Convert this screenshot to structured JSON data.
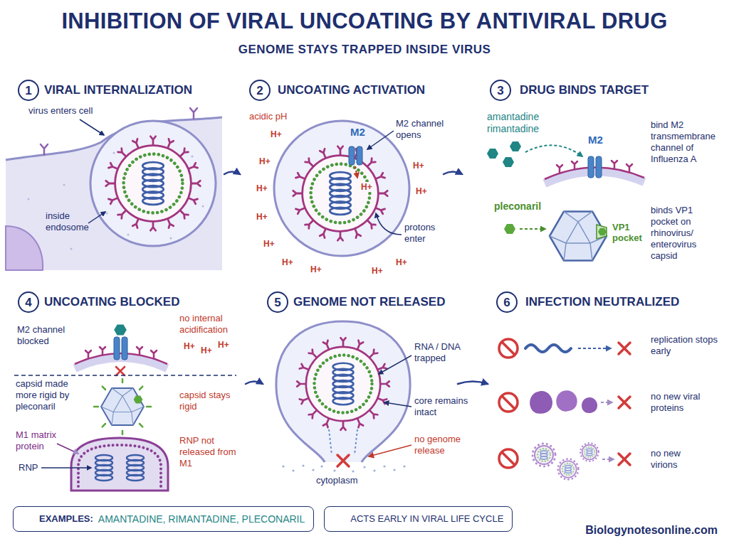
{
  "diagram": {
    "title": "INHIBITION OF VIRAL UNCOATING BY ANTIVIRAL DRUG",
    "nodes": [
      {
        "text": [
          "VIRAL INTERNALIZATION"
        ]
      },
      {
        "text": [
          "1"
        ],
        "in": 0
      },
      {
        "text": [
          "UNCOATING ACTIVATION"
        ]
      },
      {
        "text": [
          "2"
        ],
        "in": 2
      },
      {
        "text": [
          "DRUG BINDS TARGET"
        ]
      },
      {
        "text": [
          "3"
        ],
        "in": 4
      },
      {
        "text": [
          "UNCOATING BLOCKED"
        ]
      },
      {
        "text": [
          "4"
        ],
        "in": 6
      },
      {
        "text": [
          "GENOME NOT RELEASED"
        ]
      },
      {
        "text": [
          "5"
        ],
        "in": 8
      },
      {
        "text": [
          "INFECTION NEUTRALIZED"
        ]
      },
      {
        "text": [
          "6"
        ],
        "in": 10
      },
      {
        "text": [
          "EXAMPLES:",
          "AMANTADINE, RIMANTADINE, PLECONARIL"
        ]
      },
      {
        "text": [
          "ACTS EARLY IN VIRAL LIFE CYCLE"
        ]
      }
    ],
    "edges": [
      {
        "from": 0,
        "to": 2,
        "arrow": "to"
      },
      {
        "from": 2,
        "to": 4,
        "arrow": "to"
      },
      {
        "from": 6,
        "to": 8,
        "arrow": "to"
      },
      {
        "from": 8,
        "to": 10,
        "arrow": "to"
      }
    ],
    "labels": [
      "GENOME STAYS TRAPPED INSIDE VIRUS",
      "virus enters cell",
      "inside endosome",
      "acidic pH",
      "M2",
      "M2 channel opens",
      "H+",
      "H+",
      "H+",
      "H+",
      "H+",
      "H+",
      "H+",
      "H+",
      "H+",
      "H+",
      "H+",
      "H+",
      "protons enter",
      "amantadine rimantadine",
      "M2",
      "bind M2 transmembrane channel of Influenza A",
      "pleconaril",
      "VP1 pocket",
      "binds VP1 pocket on rhinovirus/ enterovirus capsid",
      "M2 channel blocked",
      "no internal acidification",
      "H+",
      "H+",
      "H+",
      "capsid made more rigid by pleconaril",
      "capsid stays rigid",
      "M1 matrix protein",
      "RNP",
      "RNP not released from M1",
      "RNA / DNA trapped",
      "core remains intact",
      "no genome release",
      "cytoplasm",
      "replication stops early",
      "no new viral proteins",
      "no new virions",
      "Biologynotesonline.com"
    ]
  }
}
